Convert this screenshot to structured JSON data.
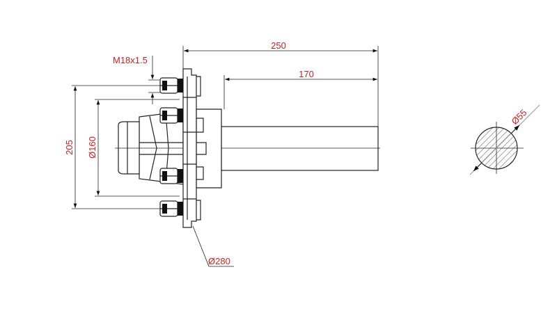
{
  "drawing": {
    "title": "Axle stub with hub - technical drawing",
    "dimensions": {
      "overall_length": "250",
      "spindle_length": "170",
      "thread": "M18x1.5",
      "bolt_circle": "205",
      "hub_diameter": "Ø160",
      "flange_diameter": "Ø280",
      "shaft_diameter": "Ø55"
    },
    "colors": {
      "dimension_text": "#d0201e",
      "line": "#222222"
    }
  }
}
